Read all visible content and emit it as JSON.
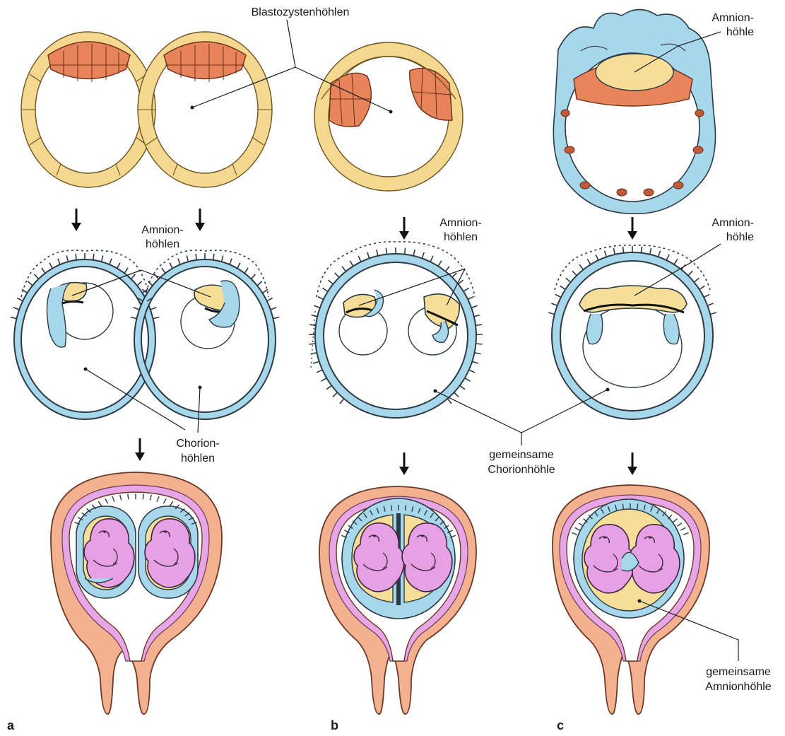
{
  "labels": {
    "blastozystenhoehlen": "Blastozystenhöhlen",
    "amnionhoehlen_a_1": "Amnion-",
    "amnionhoehlen_a_2": "höhlen",
    "amnionhoehlen_b_1": "Amnion-",
    "amnionhoehlen_b_2": "höhlen",
    "amnionhoehle_c_top_1": "Amnion-",
    "amnionhoehle_c_top_2": "höhle",
    "amnionhoehle_c_mid_1": "Amnion-",
    "amnionhoehle_c_mid_2": "höhle",
    "chorionhoehlen_1": "Chorion-",
    "chorionhoehlen_2": "höhlen",
    "gemeinsame_chorionhoehle_1": "gemeinsame",
    "gemeinsame_chorionhoehle_2": "Chorionhöhle",
    "gemeinsame_amnionhoehle_1": "gemeinsame",
    "gemeinsame_amnionhoehle_2": "Amnionhöhle"
  },
  "panels": [
    "a",
    "b",
    "c"
  ],
  "colors": {
    "trophoblast": "#f4d88f",
    "embryoblast": "#e8845b",
    "chorion": "#a7d7ea",
    "amnion": "#f6dd98",
    "uterus_wall": "#f3b18f",
    "decidua": "#e7a7e6",
    "fetus": "#e8a0e4"
  }
}
